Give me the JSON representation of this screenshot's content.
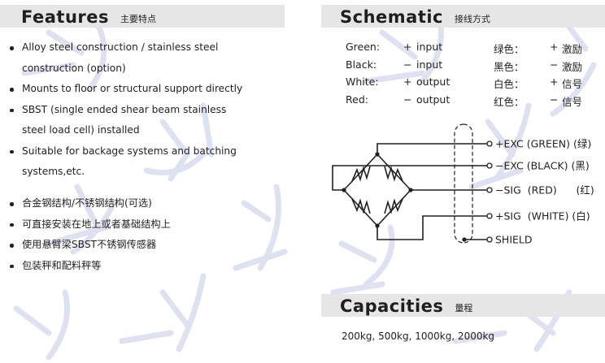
{
  "features": {
    "title": "Features",
    "subtitle": "主要特点",
    "en_items": [
      "Alloy steel construction / stainless steel construction (option)",
      "Mounts to floor or structural support directly",
      "SBST (single ended shear beam stainless steel load cell)  installed",
      "Suitable for backage systems and batching systems,etc."
    ],
    "zh_items": [
      "合金钢结构/不锈钢结构(可选)",
      "可直接安装在地上或者基础结构上",
      "使用悬臂梁SBST不锈钢传感器",
      "包装秤和配料秤等"
    ]
  },
  "schematic": {
    "title": "Schematic",
    "subtitle": "接线方式",
    "wiring_en": [
      {
        "color": "Green:",
        "sign": "+",
        "signal": "input"
      },
      {
        "color": "Black:",
        "sign": "−",
        "signal": "input"
      },
      {
        "color": "White:",
        "sign": "+",
        "signal": "output"
      },
      {
        "color": "Red:",
        "sign": "−",
        "signal": "output"
      }
    ],
    "wiring_zh": [
      {
        "color": "绿色：",
        "sign": "+",
        "signal": "激励"
      },
      {
        "color": "黑色：",
        "sign": "−",
        "signal": "激励"
      },
      {
        "color": "白色：",
        "sign": "+",
        "signal": "信号"
      },
      {
        "color": "红色：",
        "sign": "−",
        "signal": "信号"
      }
    ],
    "terminals": [
      {
        "label": "+EXC (GREEN) (绿)"
      },
      {
        "label": "−EXC (BLACK) (黑)"
      },
      {
        "label": "−SIG  (RED)      (红)"
      },
      {
        "label": "+SIG  (WHITE) (白)"
      },
      {
        "label": "SHIELD"
      }
    ]
  },
  "capacities": {
    "title": "Capacities",
    "subtitle": "量程",
    "values": "200kg, 500kg, 1000kg, 2000kg"
  },
  "colors": {
    "header_bg": "#e6e6e6",
    "text": "#231f20",
    "watermark": "#c4c9e4"
  }
}
